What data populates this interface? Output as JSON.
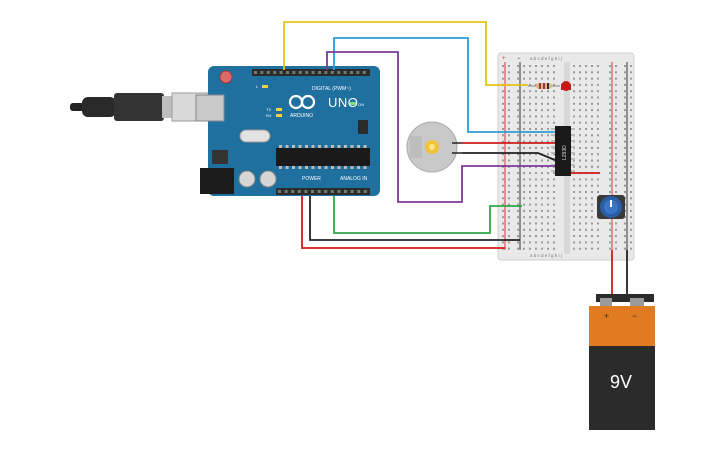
{
  "arduino": {
    "model_label": "UNO",
    "brand_label": "ARDUINO",
    "digital_header_label": "DIGITAL (PWM~)",
    "power_header_label": "POWER",
    "analog_header_label": "ANALOG IN",
    "tx_label": "TX",
    "rx_label": "RX",
    "l_label": "L",
    "on_label": "ON",
    "board_color": "#1f6f9f"
  },
  "breadboard": {
    "column_letters_top": "a b c d e   f g h i j",
    "column_letters_bottom": "a b c d e   f g h i j",
    "rail_plus": "+",
    "rail_minus": "−"
  },
  "ic": {
    "label": "L293D"
  },
  "battery": {
    "voltage_label": "9V",
    "plus_label": "+",
    "minus_label": "−",
    "top_color": "#e07b22",
    "bottom_color": "#2b2b2b"
  },
  "wires": {
    "yellow": "#e8c21a",
    "blue": "#2a9fd6",
    "purple": "#7a3a9a",
    "red": "#d01c1c",
    "black": "#222222",
    "green": "#2ea84a"
  }
}
